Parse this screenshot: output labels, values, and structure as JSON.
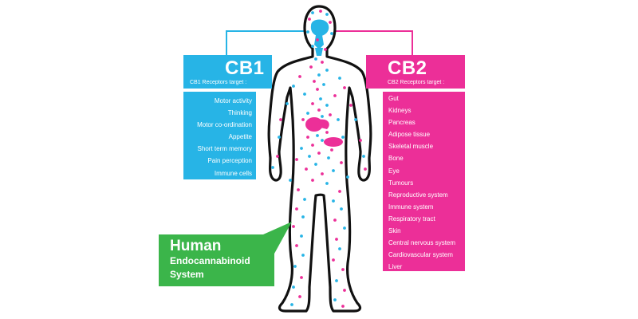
{
  "cb1": {
    "title": "CB1",
    "subtitle": "CB1 Receptors target :",
    "items": [
      "Motor activity",
      "Thinking",
      "Motor co-ordination",
      "Appetite",
      "Short term memory",
      "Pain perception",
      "Immune cells"
    ]
  },
  "cb2": {
    "title": "CB2",
    "subtitle": "CB2 Receptors target :",
    "items": [
      "Gut",
      "Kidneys",
      "Pancreas",
      "Adipose tissue",
      "Skeletal muscle",
      "Bone",
      "Eye",
      "Tumours",
      "Reproductive system",
      "Immune system",
      "Respiratory tract",
      "Skin",
      "Central nervous system",
      "Cardiovascular system",
      "Liver"
    ]
  },
  "label": {
    "line1": "Human",
    "line2": "Endocannabinoid",
    "line3": "System"
  },
  "colors": {
    "cb1": "#27b4e6",
    "cb2": "#ec2f98",
    "label": "#3bb54a",
    "outline": "#111111"
  }
}
